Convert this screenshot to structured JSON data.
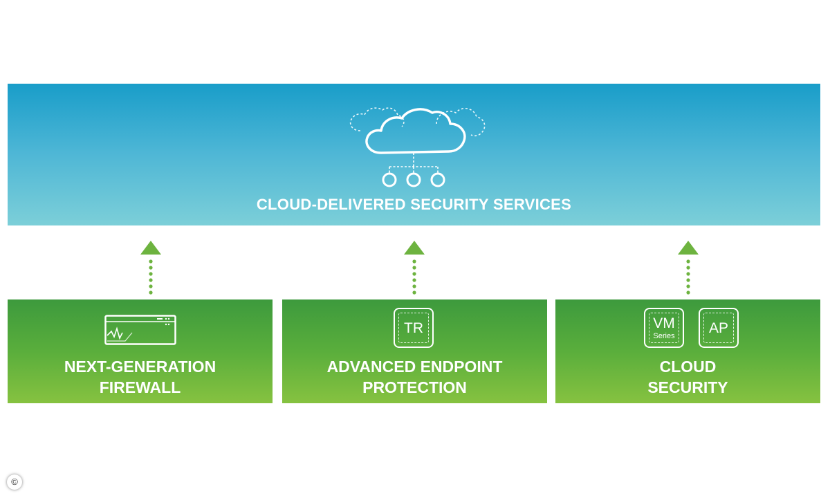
{
  "banner": {
    "title": "CLOUD-DELIVERED SECURITY SERVICES",
    "icon": "cloud-network-icon",
    "color_top": "#199dc9",
    "color_bottom": "#7ccfd8"
  },
  "arrow_color": "#6db33f",
  "boxes": [
    {
      "title_line1": "NEXT-GENERATION",
      "title_line2": "FIREWALL",
      "icon": "firewall-appliance-icon"
    },
    {
      "title_line1": "ADVANCED ENDPOINT",
      "title_line2": "PROTECTION",
      "icon": "traps-tile-icon",
      "tiles": [
        {
          "label": "TR"
        }
      ]
    },
    {
      "title_line1": "CLOUD",
      "title_line2": "SECURITY",
      "icon": "vm-series-tile-icon",
      "tiles": [
        {
          "label": "VM",
          "sublabel": "Series"
        },
        {
          "label": "AP"
        }
      ]
    }
  ],
  "box_colors": {
    "top": "#3d9a3d",
    "bottom": "#86c240"
  },
  "copyright_symbol": "©"
}
